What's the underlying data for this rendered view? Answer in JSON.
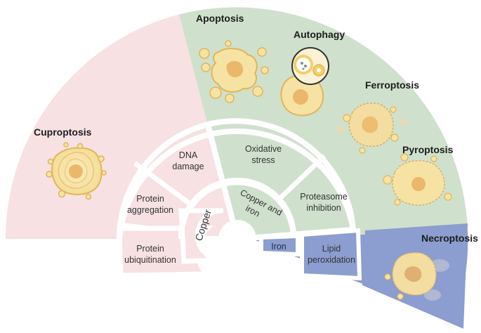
{
  "outer_labels": {
    "cuproptosis": "Cuproptosis",
    "apoptosis": "Apoptosis",
    "autophagy": "Autophagy",
    "ferroptosis": "Ferroptosis",
    "pyroptosis": "Pyroptosis",
    "necroptosis": "Necroptosis"
  },
  "middle_labels": {
    "dna_damage": [
      "DNA",
      "damage"
    ],
    "protein_aggregation": [
      "Protein",
      "aggregation"
    ],
    "protein_ubiquitination": [
      "Protein",
      "ubiquitination"
    ],
    "oxidative_stress": [
      "Oxidative",
      "stress"
    ],
    "proteasome_inhibition": [
      "Proteasome",
      "inhibition"
    ],
    "lipid_peroxidation": [
      "Lipid",
      "peroxidation"
    ]
  },
  "inner_labels": {
    "copper": "Copper",
    "copper_and_iron": [
      "Copper and",
      "iron"
    ],
    "iron": "Iron"
  },
  "colors": {
    "copper_pink": "#f7e1e3",
    "green": "#cfe1cd",
    "blue": "#8c9dcf",
    "cell_fill": "#f6e3a3",
    "cell_stroke": "#e0b558",
    "nucleus": "#ebb76a",
    "separator": "#ffffff"
  }
}
